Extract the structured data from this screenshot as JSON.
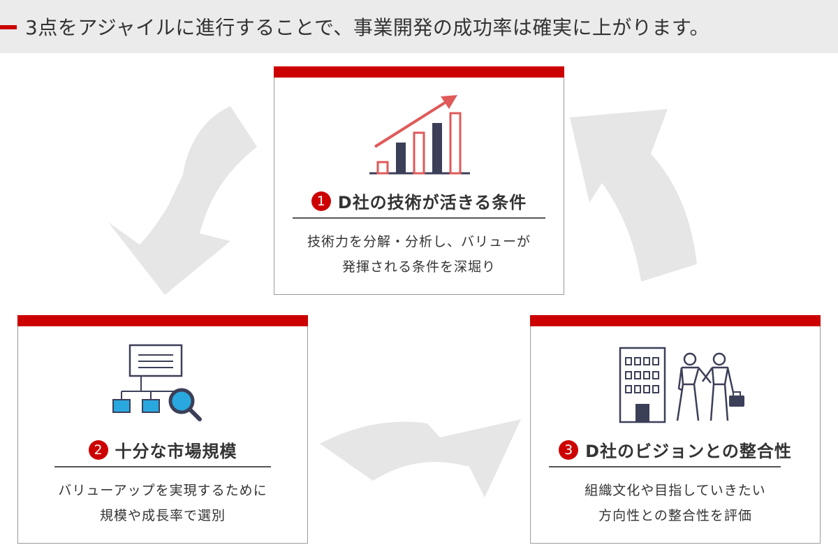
{
  "header": {
    "title": "3点をアジャイルに進行することで、事業開発の成功率は確実に上がります。"
  },
  "colors": {
    "accent": "#cc0000",
    "arrow": "#e6e6e6",
    "chart_red": "#e05a5a",
    "chart_navy": "#3c3f58",
    "icon_blue": "#29a8e0",
    "header_bg": "#ebebeb"
  },
  "cards": [
    {
      "number": "1",
      "title": "D社の技術が活きる条件",
      "description": [
        "技術力を分解・分析し、バリューが",
        "発揮される条件を深堀り"
      ],
      "icon": "growth-chart-icon"
    },
    {
      "number": "2",
      "title": "十分な市場規模",
      "description": [
        "バリューアップを実現するために",
        "規模や成長率で選別"
      ],
      "icon": "search-hierarchy-icon"
    },
    {
      "number": "3",
      "title": "D社のビジョンとの整合性",
      "description": [
        "組織文化や目指していきたい",
        "方向性との整合性を評価"
      ],
      "icon": "business-handshake-icon"
    }
  ]
}
